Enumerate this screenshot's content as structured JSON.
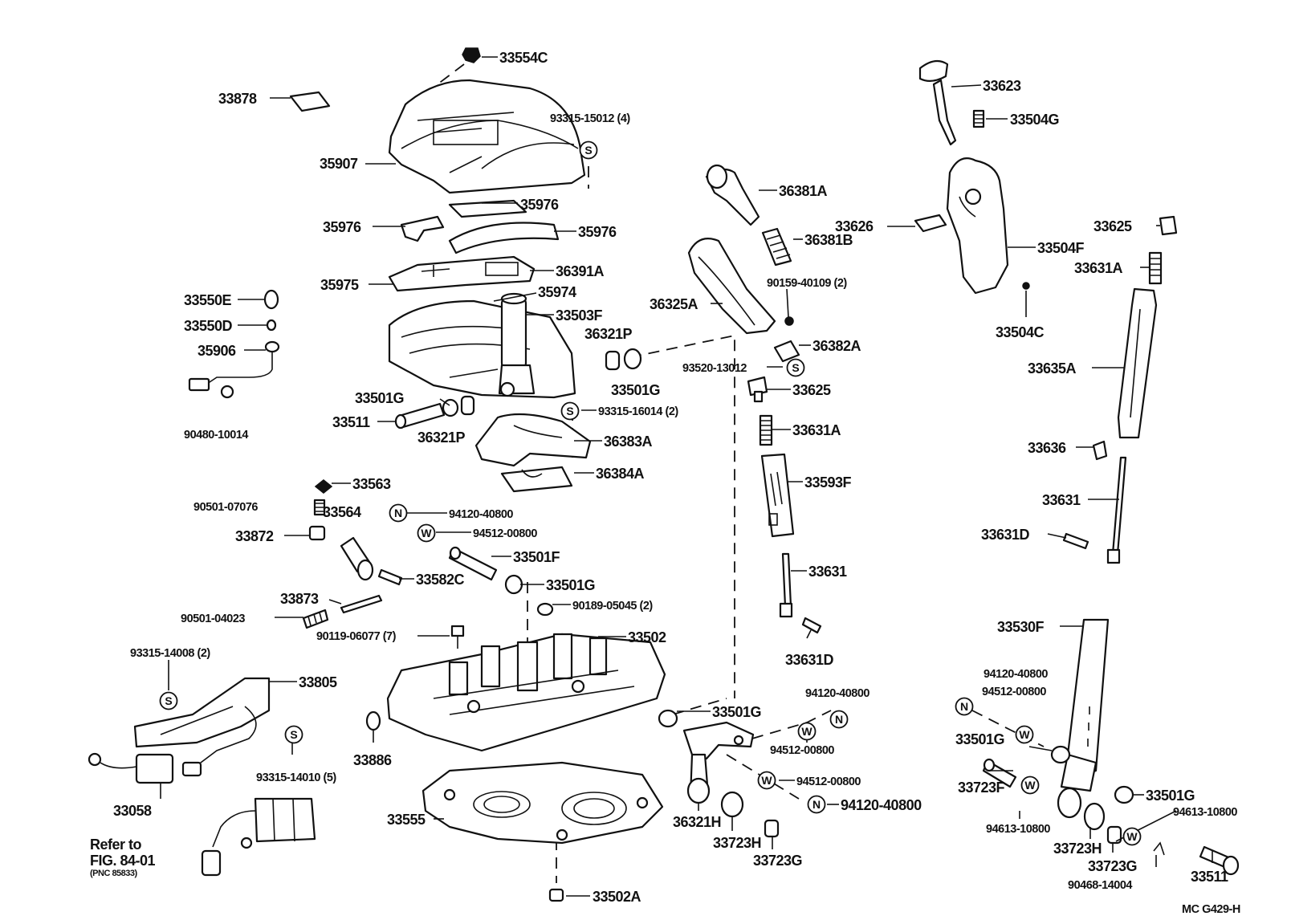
{
  "diagram": {
    "figure_code": "MC G429-H",
    "reference": {
      "line1": "Refer to",
      "line2": "FIG. 84-01",
      "line3": "(PNC 85833)"
    },
    "callouts": [
      "33554C",
      "33878",
      "93315-15012 (4)",
      "35907",
      "35976",
      "35976",
      "35976",
      "36391A",
      "35975",
      "35974",
      "33550E",
      "33550D",
      "33503F",
      "35906",
      "36321P",
      "33501G",
      "33501G",
      "33511",
      "36321P",
      "93315-16014 (2)",
      "90480-10014",
      "36383A",
      "36384A",
      "33563",
      "90501-07076",
      "33564",
      "94120-40800",
      "94512-00800",
      "33872",
      "33501F",
      "33582C",
      "33501G",
      "33873",
      "90189-05045 (2)",
      "90501-04023",
      "90119-06077 (7)",
      "33502",
      "93315-14008 (2)",
      "33805",
      "33886",
      "93315-14010 (5)",
      "33058",
      "33555",
      "33502A",
      "36381A",
      "36381B",
      "33626",
      "90159-40109 (2)",
      "36325A",
      "36382A",
      "93520-13012",
      "33625",
      "33631A",
      "33593F",
      "33631",
      "33631D",
      "33501G",
      "94120-40800",
      "94512-00800",
      "94512-00800",
      "94120-40800",
      "36321H",
      "33723H",
      "33723G",
      "33623",
      "33504G",
      "33504F",
      "33625",
      "33631A",
      "33504C",
      "33635A",
      "33636",
      "33631",
      "33631D",
      "33530F",
      "94120-40800",
      "94512-00800",
      "33501G",
      "33723F",
      "94613-10800",
      "33501G",
      "94613-10800",
      "33723H",
      "33723G",
      "90468-14004",
      "33511"
    ],
    "symbols": {
      "s": "S",
      "n": "N",
      "w": "W"
    }
  }
}
